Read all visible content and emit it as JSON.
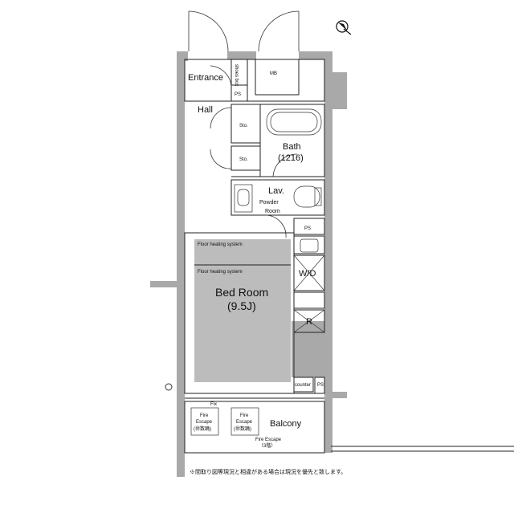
{
  "rooms": {
    "entrance": "Entrance",
    "shoes_box": "shoes box",
    "ps_top": "PS",
    "mb": "MB",
    "hall": "Hall",
    "sto1": "Sto.",
    "sto2": "Sto.",
    "bath": "Bath",
    "bath_size": "(1216)",
    "lav": "Lav.",
    "powder": "Powder",
    "room": "Room",
    "ps_mid": "PS",
    "floor_heating_1": "Floor heating system",
    "floor_heating_2": "Floor heating system",
    "bed_room": "Bed Room",
    "bed_size": "(9.5J)",
    "wd": "W/D",
    "r": "R",
    "counter": "counter",
    "ps_low": "PS",
    "fix": "Fix",
    "fire_escape_1": "Fire",
    "fire_escape_1b": "Escape",
    "fire_escape_1c": "(㊖数踊)",
    "fire_escape_2": "Fire",
    "fire_escape_2b": "Escape",
    "fire_escape_2c": "(㊖数踊)",
    "balcony": "Balcony",
    "fire_escape_3": "Fire Escape",
    "fire_escape_3b": "（3階）"
  },
  "note": "※間取り図等現況と相違がある場合は現況を優先と致します。",
  "compass": "north-arrow",
  "colors": {
    "wall": "#a9a9a9",
    "bed_floor": "#bcbcbc",
    "ink": "#111111"
  }
}
